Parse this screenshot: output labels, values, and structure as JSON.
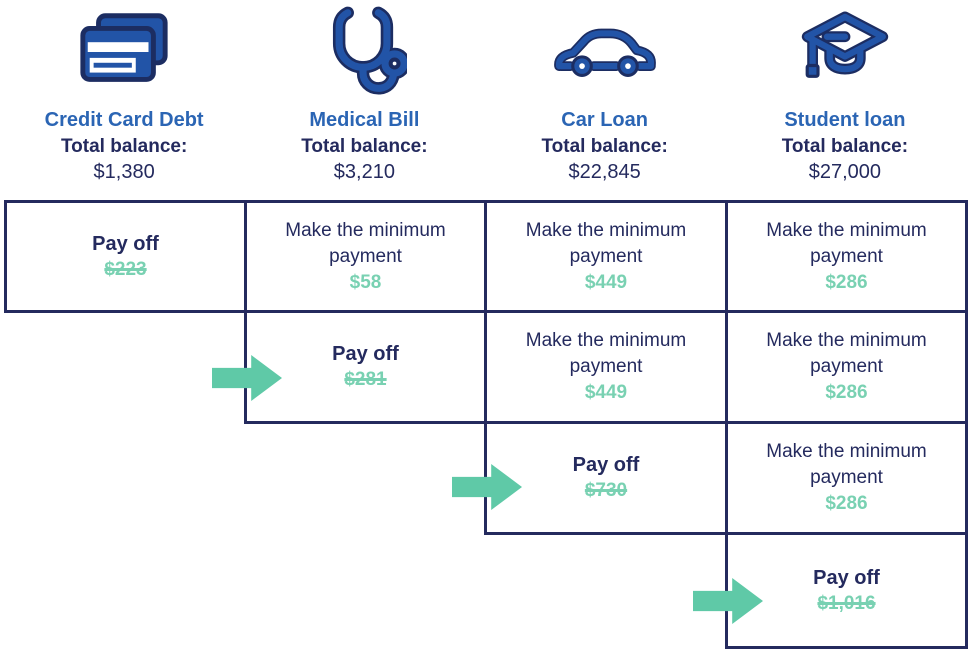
{
  "colors": {
    "navy": "#242a5e",
    "title_blue": "#2b65b4",
    "icon_blue": "#2254a7",
    "icon_outline": "#1c2d62",
    "green_text": "#79d1b2",
    "green_arrow": "#5fc9a7",
    "background": "#ffffff"
  },
  "debts": [
    {
      "icon": "credit-cards-icon",
      "title": "Credit Card Debt",
      "balance_label": "Total balance:",
      "balance": "$1,380"
    },
    {
      "icon": "stethoscope-icon",
      "title": "Medical Bill",
      "balance_label": "Total balance:",
      "balance": "$3,210"
    },
    {
      "icon": "car-icon",
      "title": "Car Loan",
      "balance_label": "Total balance:",
      "balance": "$22,845"
    },
    {
      "icon": "graduation-cap-icon",
      "title": "Student loan",
      "balance_label": "Total balance:",
      "balance": "$27,000"
    }
  ],
  "table": {
    "rows": [
      {
        "cells": [
          {
            "kind": "payoff",
            "label": "Pay off",
            "amount": "$223",
            "strikethrough": true,
            "arrow": false
          },
          {
            "kind": "minimum",
            "label": "Make the minimum payment",
            "amount": "$58"
          },
          {
            "kind": "minimum",
            "label": "Make the minimum payment",
            "amount": "$449"
          },
          {
            "kind": "minimum",
            "label": "Make the minimum payment",
            "amount": "$286"
          }
        ]
      },
      {
        "cells": [
          {
            "kind": "payoff",
            "label": "Pay off",
            "amount": "$281",
            "strikethrough": true,
            "arrow": true
          },
          {
            "kind": "minimum",
            "label": "Make the minimum payment",
            "amount": "$449"
          },
          {
            "kind": "minimum",
            "label": "Make the minimum payment",
            "amount": "$286"
          }
        ]
      },
      {
        "cells": [
          {
            "kind": "payoff",
            "label": "Pay off",
            "amount": "$730",
            "strikethrough": true,
            "arrow": true
          },
          {
            "kind": "minimum",
            "label": "Make the minimum payment",
            "amount": "$286"
          }
        ]
      },
      {
        "cells": [
          {
            "kind": "payoff",
            "label": "Pay off",
            "amount": "$1,016",
            "strikethrough": true,
            "arrow": true
          }
        ]
      }
    ]
  }
}
